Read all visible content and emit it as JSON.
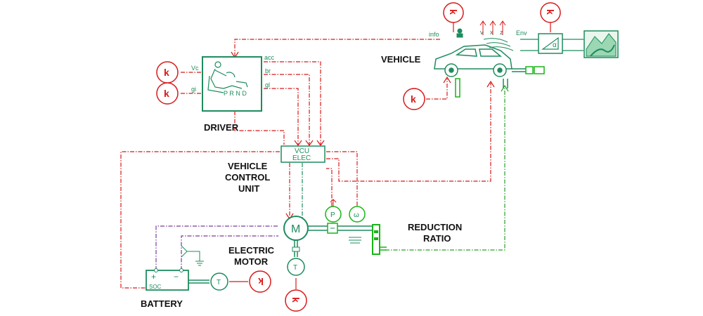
{
  "colors": {
    "block": "#1e8c5e",
    "signal_red": "#d81a1a",
    "signal_green": "#2aa02a",
    "signal_purple": "#7a3c9a",
    "mech_green": "#18b418",
    "text": "#111111"
  },
  "labels": {
    "vehicle": "VEHICLE",
    "driver": "DRIVER",
    "vcu_line1": "VEHICLE",
    "vcu_line2": "CONTROL",
    "vcu_line3": "UNIT",
    "motor_line1": "ELECTRIC",
    "motor_line2": "MOTOR",
    "battery": "BATTERY",
    "reduction_line1": "REDUCTION",
    "reduction_line2": "RATIO"
  },
  "blocks": {
    "vcu_line1": "VCU",
    "vcu_line2": "ELEC",
    "motor": "M",
    "power": "P",
    "speed": "ω",
    "torque_sensor": "T",
    "temp_sensor": "T",
    "soc": "SOC",
    "plus": "+",
    "minus": "−",
    "alpha": "α"
  },
  "ports": {
    "vc": "Vc",
    "gi": "gi",
    "acc": "acc",
    "br": "br",
    "gl": "gl",
    "info": "info",
    "env": "Env",
    "v": "v",
    "x": "x",
    "z": "z",
    "prnd": "P R N D"
  },
  "constants": {
    "k": "k",
    "k_rot": "k"
  },
  "icons": [
    "driver-seat-icon",
    "car-icon",
    "road-terrain-icon",
    "ground-icon",
    "gear-icon"
  ]
}
